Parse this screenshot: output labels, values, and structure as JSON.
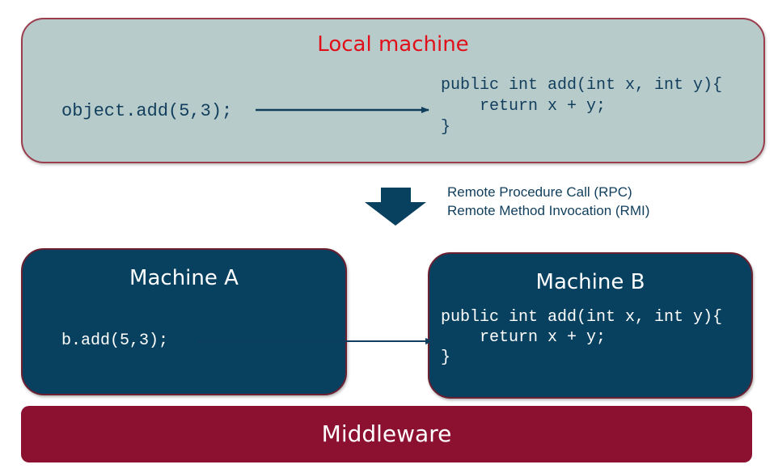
{
  "local": {
    "title": "Local machine",
    "call": "object.add(5,3);",
    "code": [
      "public int add(int x, int y){",
      "    return x + y;",
      "}"
    ]
  },
  "transform": {
    "lines": [
      "Remote Procedure Call (RPC)",
      "Remote Method Invocation (RMI)"
    ],
    "arrow_icon": "down-arrow-icon"
  },
  "machine_a": {
    "title": "Machine A",
    "call": "b.add(5,3);"
  },
  "machine_b": {
    "title": "Machine B",
    "code": [
      "public int add(int x, int y){",
      "    return x + y;",
      "}"
    ]
  },
  "middleware": {
    "title": "Middleware"
  },
  "colors": {
    "local_bg": "#b8cbcb",
    "local_title": "#e0101a",
    "machine_bg": "#08405f",
    "middleware_bg": "#8c1131",
    "code_dark": "#103e5c"
  }
}
